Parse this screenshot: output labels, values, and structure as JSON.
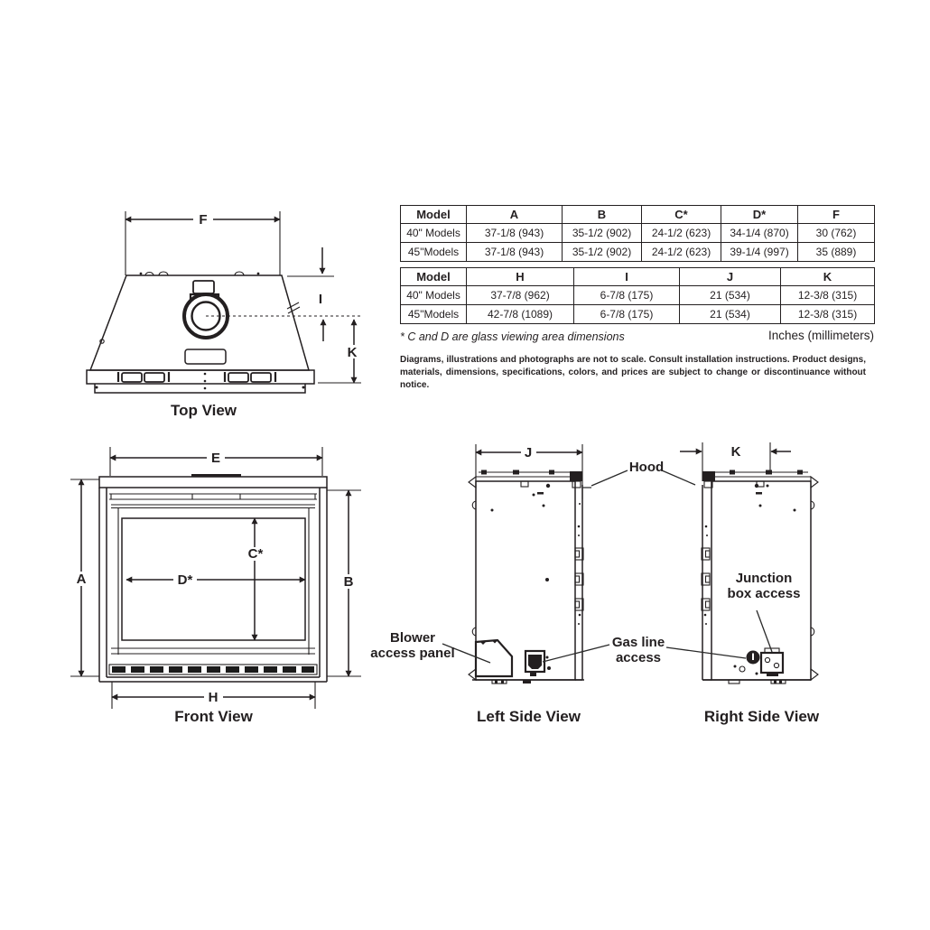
{
  "tables": {
    "dim_table_1": {
      "headers": [
        "Model",
        "A",
        "B",
        "C*",
        "D*",
        "F"
      ],
      "rows": [
        [
          "40\" Models",
          "37-1/8 (943)",
          "35-1/2 (902)",
          "24-1/2 (623)",
          "34-1/4 (870)",
          "30 (762)"
        ],
        [
          "45\"Models",
          "37-1/8 (943)",
          "35-1/2 (902)",
          "24-1/2 (623)",
          "39-1/4 (997)",
          "35 (889)"
        ]
      ]
    },
    "dim_table_2": {
      "headers": [
        "Model",
        "H",
        "I",
        "J",
        "K"
      ],
      "rows": [
        [
          "40\" Models",
          "37-7/8 (962)",
          "6-7/8 (175)",
          "21 (534)",
          "12-3/8 (315)"
        ],
        [
          "45\"Models",
          "42-7/8 (1089)",
          "6-7/8 (175)",
          "21 (534)",
          "12-3/8 (315)"
        ]
      ]
    },
    "footnote": "* C and D are glass viewing area dimensions",
    "units_note": "Inches (millimeters)"
  },
  "disclaimer": "Diagrams, illustrations and photographs are not to scale. Consult installation instructions. Product designs, materials, dimensions, specifications, colors, and prices are subject to change or discontinuance without notice.",
  "captions": {
    "top": "Top View",
    "front": "Front View",
    "left": "Left Side View",
    "right": "Right Side View"
  },
  "dims": {
    "A": "A",
    "B": "B",
    "C": "C*",
    "D": "D*",
    "E": "E",
    "F": "F",
    "H": "H",
    "I": "I",
    "J": "J",
    "K": "K"
  },
  "callouts": {
    "hood": "Hood",
    "blower_1": "Blower",
    "blower_2": "access panel",
    "gas_1": "Gas line",
    "gas_2": "access",
    "junction_1": "Junction",
    "junction_2": "box access"
  },
  "colors": {
    "line": "#231f20",
    "text": "#231f20",
    "background": "#ffffff"
  }
}
